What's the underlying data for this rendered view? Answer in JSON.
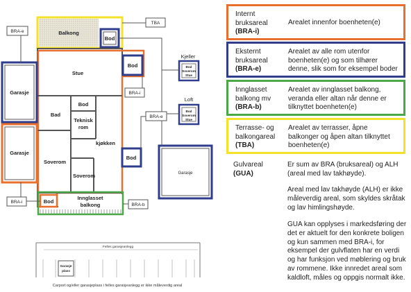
{
  "colors": {
    "bra_i": "#e8702e",
    "bra_e": "#2f3d8c",
    "bra_b": "#4aa846",
    "tba": "#f4e12a",
    "walls": "#555555",
    "hatch": "#cfcfcf"
  },
  "floorplan": {
    "rooms": {
      "balkong": "Balkong",
      "bod_top": "Bod",
      "stue": "Stue",
      "garasje_top": "Garasje",
      "garasje_bottom": "Garasje",
      "bad": "Bad",
      "bod_mid": "Bod",
      "teknisk_line1": "Teknisk",
      "teknisk_line2": "rom",
      "kjokken": "kjøkken",
      "soverom_left": "Soverom",
      "soverom_right": "Soverom",
      "bod_bottom": "Bod",
      "bod_right": "Bod",
      "innglasset_line1": "Innglasset",
      "innglasset_line2": "balkong",
      "garasje_detached": "Garasje"
    },
    "tags": {
      "bra_e_top": "BRA-e",
      "tba": "TBA",
      "bra_i_mid": "BRA-i",
      "bra_e_right": "BRA-e",
      "bra_i_bottom": "BRA-i",
      "bra_b": "BRA-b"
    },
    "kjeller": {
      "label": "Kjeller",
      "bod_line1": "Bod",
      "bod_line2": "Soverom",
      "bod_line3": "Stue"
    },
    "loft": {
      "label": "Loft",
      "bod_line1": "Bod",
      "bod_line2": "Soverom",
      "bod_line3": "Stue"
    },
    "carport": {
      "title": "Felles garasjeanlegg",
      "plass_line1": "Garasje",
      "plass_line2": "plass",
      "caption": "Carport og/eller garasjeplass i felles garasjeanlegg er ikke måleverdig areal"
    }
  },
  "legend": [
    {
      "key": "bra_i",
      "term_lines": [
        "Internt",
        "bruksareal"
      ],
      "abbr": "(BRA-i)",
      "description": "Arealet innenfor boenheten(e)"
    },
    {
      "key": "bra_e",
      "term_lines": [
        "Eksternt",
        "bruksareal"
      ],
      "abbr": "(BRA-e)",
      "description": "Arealet av alle rom utenfor boenheten(e) og som tilhører denne, slik som for eksempel boder"
    },
    {
      "key": "bra_b",
      "term_lines": [
        "Innglasset",
        "balkong mv"
      ],
      "abbr": "(BRA-b)",
      "description": "Arealet av innglasset balkong, veranda eller altan når denne er tilknyttet boenheten(e)"
    },
    {
      "key": "tba",
      "term_lines": [
        "Terrasse- og",
        "balkongareal"
      ],
      "abbr": "(TBA)",
      "description": "Arealet av terrasser, åpne balkonger og åpen altan tilknyttet boenheten(e)"
    }
  ],
  "gua": {
    "term": "Gulvareal",
    "abbr": "(GUA)",
    "paragraph1": "Er sum av BRA (bruksareal) og ALH (areal med lav takhøyde).",
    "paragraph2": "Areal med lav takhøyde (ALH) er ikke måleverdig areal, som skyldes skråtak og lav himlingshøyde.",
    "paragraph3": "GUA kan opplyses i markedsføring der det er aktuelt for den konkrete boligen og kun sammen med BRA-i, for eksempel der gulvflaten har en verdi og har funksjon ved møblering og bruk av rommene. Ikke innredet areal som kaldloft, måles og oppgis normalt ikke."
  }
}
